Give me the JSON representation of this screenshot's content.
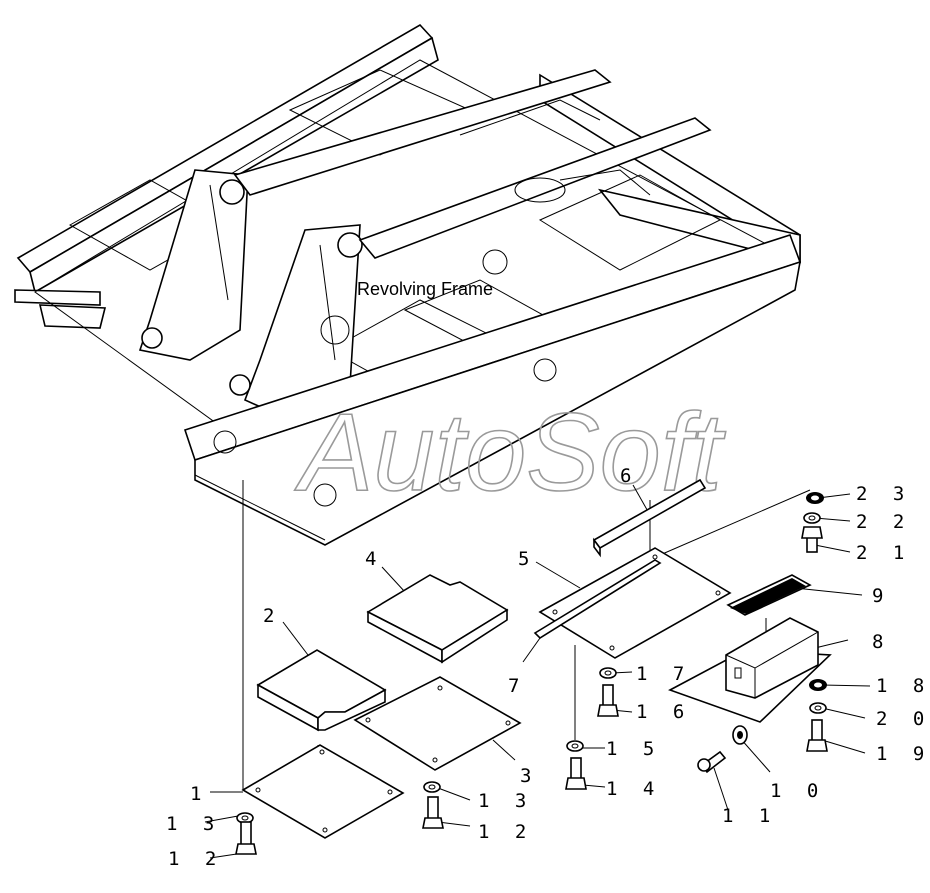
{
  "diagram": {
    "assembly_label": "Revolving Frame",
    "watermark": "AutoSoft",
    "callouts": [
      {
        "id": "c1",
        "label": "1"
      },
      {
        "id": "c2",
        "label": "2"
      },
      {
        "id": "c3",
        "label": "3"
      },
      {
        "id": "c4",
        "label": "4"
      },
      {
        "id": "c5",
        "label": "5"
      },
      {
        "id": "c6",
        "label": "6"
      },
      {
        "id": "c7",
        "label": "7"
      },
      {
        "id": "c8",
        "label": "8"
      },
      {
        "id": "c9",
        "label": "9"
      },
      {
        "id": "c10",
        "label": "1 0"
      },
      {
        "id": "c11",
        "label": "1 1"
      },
      {
        "id": "c12a",
        "label": "1 2"
      },
      {
        "id": "c12b",
        "label": "1 2"
      },
      {
        "id": "c13a",
        "label": "1 3"
      },
      {
        "id": "c13b",
        "label": "1 3"
      },
      {
        "id": "c14",
        "label": "1 4"
      },
      {
        "id": "c15",
        "label": "1 5"
      },
      {
        "id": "c16",
        "label": "1 6"
      },
      {
        "id": "c17",
        "label": "1 7"
      },
      {
        "id": "c18",
        "label": "1 8"
      },
      {
        "id": "c19",
        "label": "1 9"
      },
      {
        "id": "c20",
        "label": "2 0"
      },
      {
        "id": "c21",
        "label": "2 1"
      },
      {
        "id": "c22",
        "label": "2 2"
      },
      {
        "id": "c23",
        "label": "2 3"
      }
    ]
  }
}
